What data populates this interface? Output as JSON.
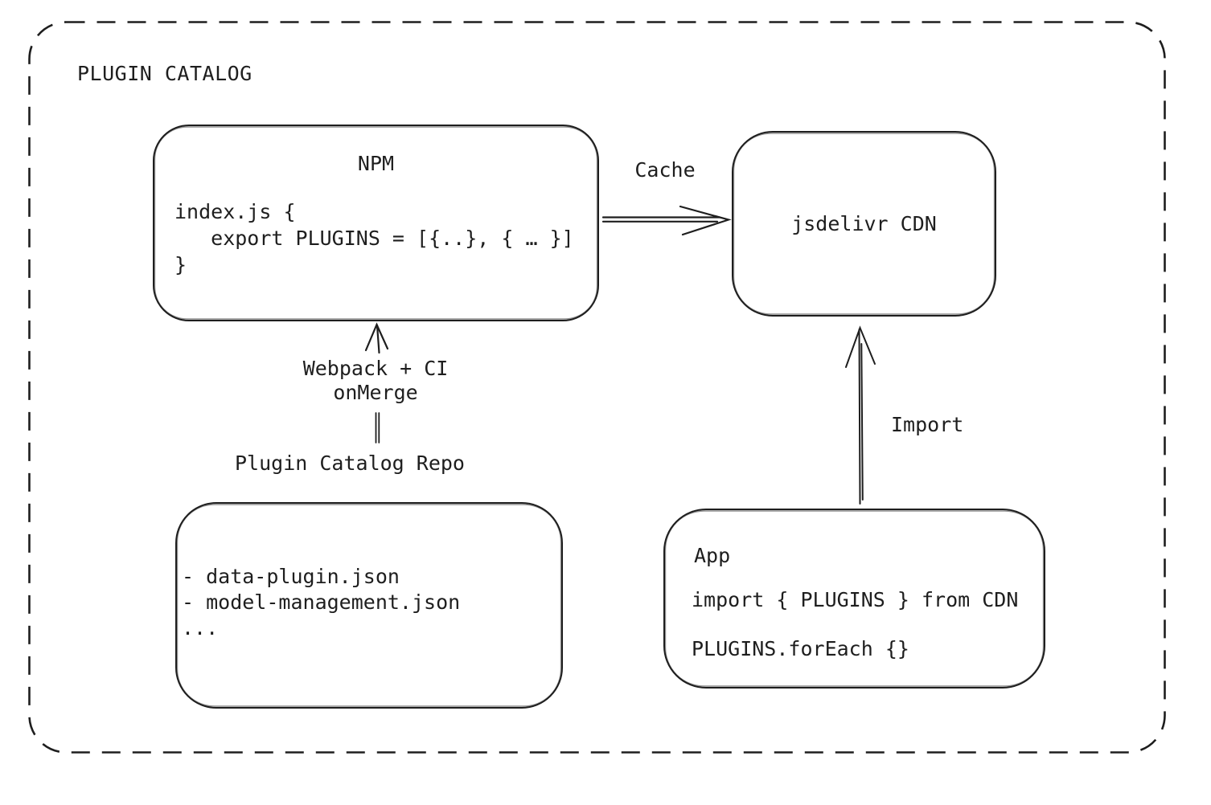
{
  "colors": {
    "ink": "#1e1e1e",
    "background": "#ffffff"
  },
  "frame": {
    "title": "PLUGIN CATALOG"
  },
  "npm": {
    "title": "NPM",
    "code": [
      "index.js {",
      "   export PLUGINS = [{..}, { … }]",
      "}"
    ]
  },
  "cdn": {
    "label": "jsdelivr CDN"
  },
  "repo": {
    "title": "Plugin Catalog Repo",
    "items": [
      "- data-plugin.json",
      "- model-management.json",
      "..."
    ]
  },
  "app": {
    "title": "App",
    "lines": [
      "import { PLUGINS } from CDN",
      "PLUGINS.forEach {}"
    ]
  },
  "edges": {
    "cache_label": "Cache",
    "build_label_1": "Webpack + CI",
    "build_label_2": "onMerge",
    "import_label": "Import"
  }
}
